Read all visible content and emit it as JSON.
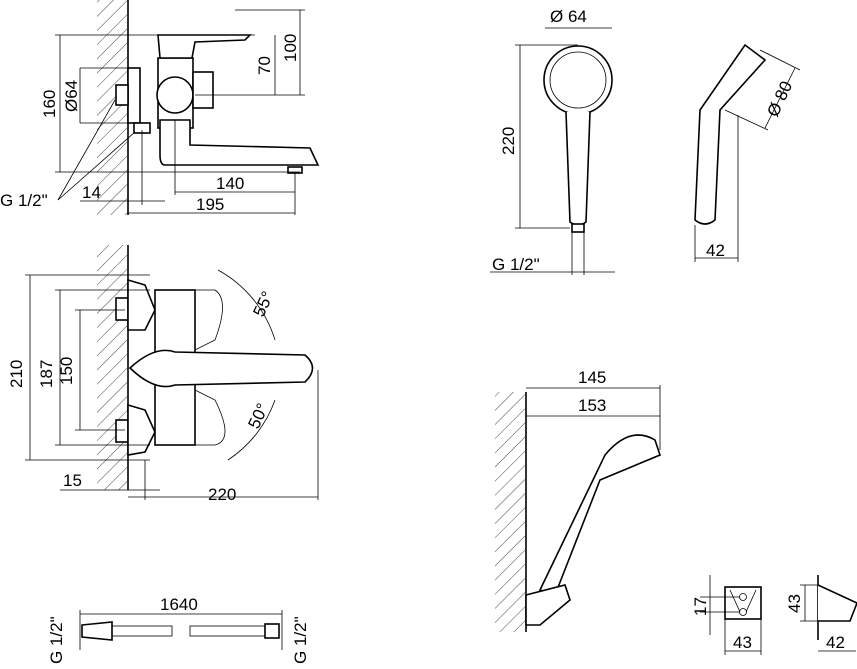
{
  "faucet_side": {
    "dia": "Ø64",
    "height_total": "160",
    "h70": "70",
    "h100": "100",
    "d14": "14",
    "d140": "140",
    "d195": "195",
    "thread": "G 1/2\""
  },
  "faucet_front": {
    "h210": "210",
    "h187": "187",
    "h150": "150",
    "angle_up": "55°",
    "angle_down": "50°",
    "d15": "15",
    "d220": "220"
  },
  "shower_head": {
    "dia64": "Ø 64",
    "length": "220",
    "dia80": "Ø 80",
    "thread": "G 1/2\"",
    "width": "42"
  },
  "shower_mounted": {
    "d145": "145",
    "d153": "153"
  },
  "hose": {
    "length": "1640",
    "thread_left": "G 1/2\"",
    "thread_right": "G 1/2\""
  },
  "holder": {
    "h17": "17",
    "w43": "43",
    "h43": "43",
    "d42": "42"
  }
}
